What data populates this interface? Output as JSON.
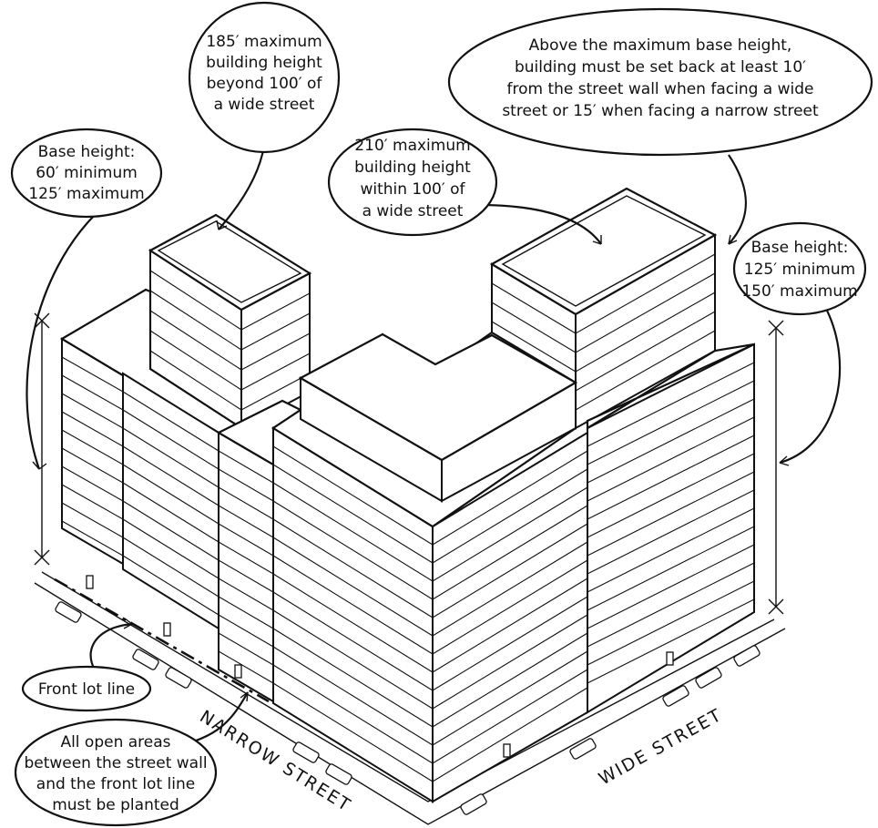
{
  "callouts": {
    "tower_back": [
      "185′ maximum",
      "building height",
      "beyond 100′ of",
      "a wide street"
    ],
    "setback": [
      "Above the maximum base height,",
      "building must be set back at least 10′",
      "from the street wall when facing a wide",
      "street or 15′ when facing a narrow street"
    ],
    "base_narrow": [
      "Base height:",
      "60′ minimum",
      "125′ maximum"
    ],
    "tower_front": [
      "210′ maximum",
      "building height",
      "within 100′ of",
      "a wide street"
    ],
    "base_wide": [
      "Base height:",
      "125′ minimum",
      "150′ maximum"
    ],
    "front_lot": [
      "Front lot line"
    ],
    "planted": [
      "All open areas",
      "between the street wall",
      "and the front lot line",
      "must be planted"
    ]
  },
  "streets": {
    "narrow": "NARROW  STREET",
    "wide": "WIDE  STREET"
  }
}
